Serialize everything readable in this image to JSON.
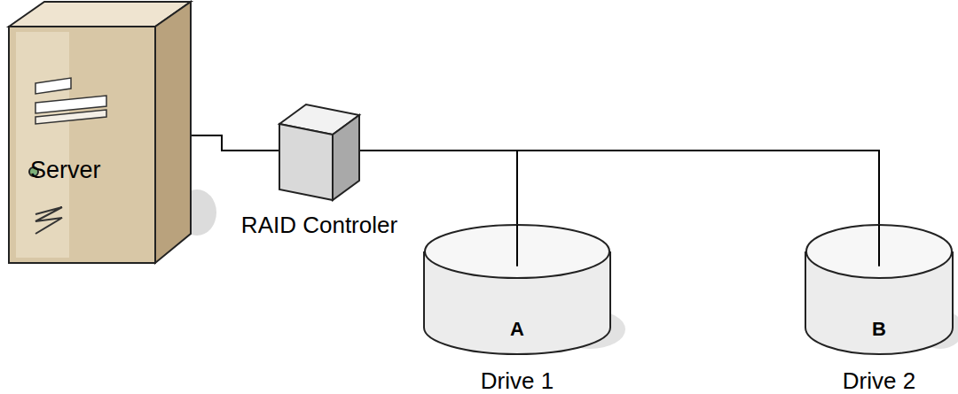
{
  "diagram": {
    "nodes": [
      {
        "text": [
          "Server"
        ]
      },
      {
        "text": [
          "RAID Controler"
        ]
      },
      {
        "text": [
          "A",
          "Drive 1"
        ]
      },
      {
        "text": [
          "B",
          "Drive 2"
        ]
      }
    ],
    "edges": [
      {
        "from": 0,
        "to": 1,
        "arrow": "none"
      },
      {
        "from": 1,
        "to": 2,
        "arrow": "none"
      },
      {
        "from": 1,
        "to": 3,
        "arrow": "none"
      }
    ]
  }
}
